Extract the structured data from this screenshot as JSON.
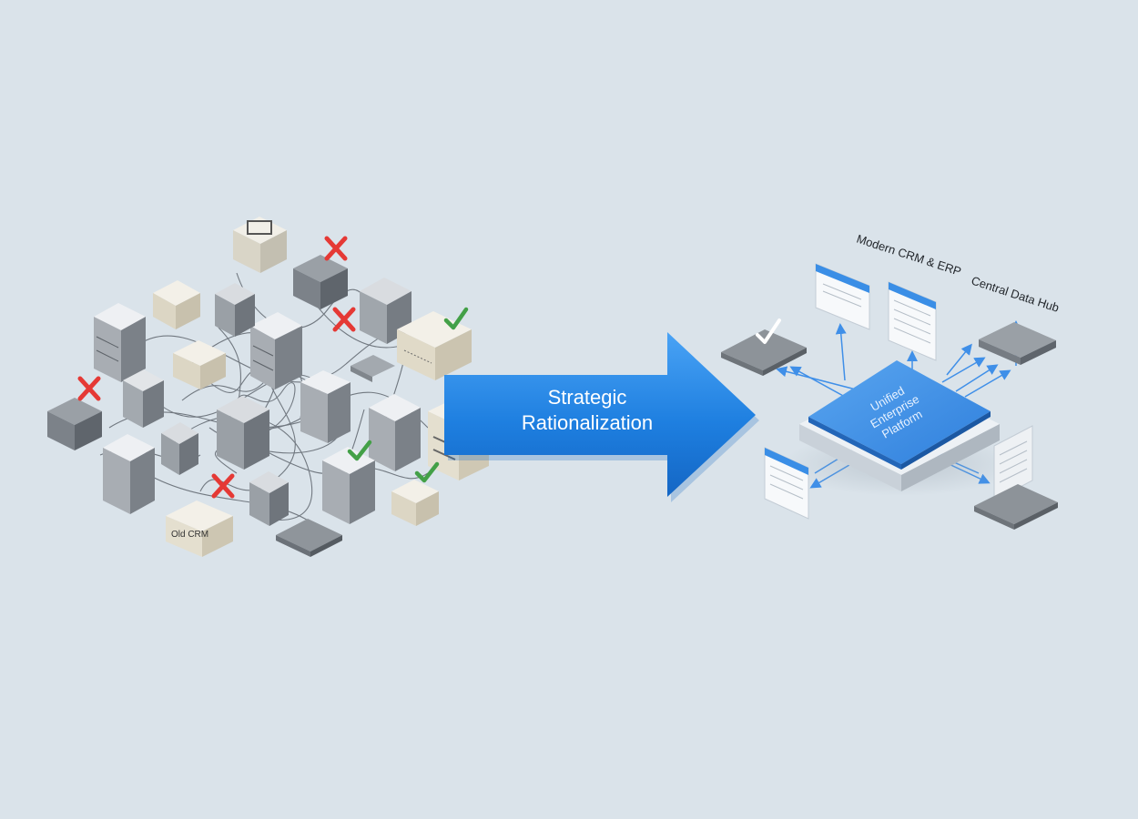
{
  "arrow": {
    "line1": "Strategic",
    "line2": "Rationalization"
  },
  "legacy": {
    "old_crm_label": "Old CRM"
  },
  "platform": {
    "line1": "Unified",
    "line2": "Enterprise",
    "line3": "Platform"
  },
  "labels": {
    "modern_crm_erp": "Modern CRM & ERP",
    "central_data_hub": "Central Data Hub"
  },
  "icons": {
    "decommission": "x-mark-icon",
    "retain": "check-mark-icon"
  },
  "colors": {
    "background": "#dae3ea",
    "arrow_blue": "#1e7fe0",
    "platform_blue": "#3a8ee6",
    "x_red": "#e53935",
    "check_green": "#43a047",
    "server_gray": "#8e9399"
  }
}
